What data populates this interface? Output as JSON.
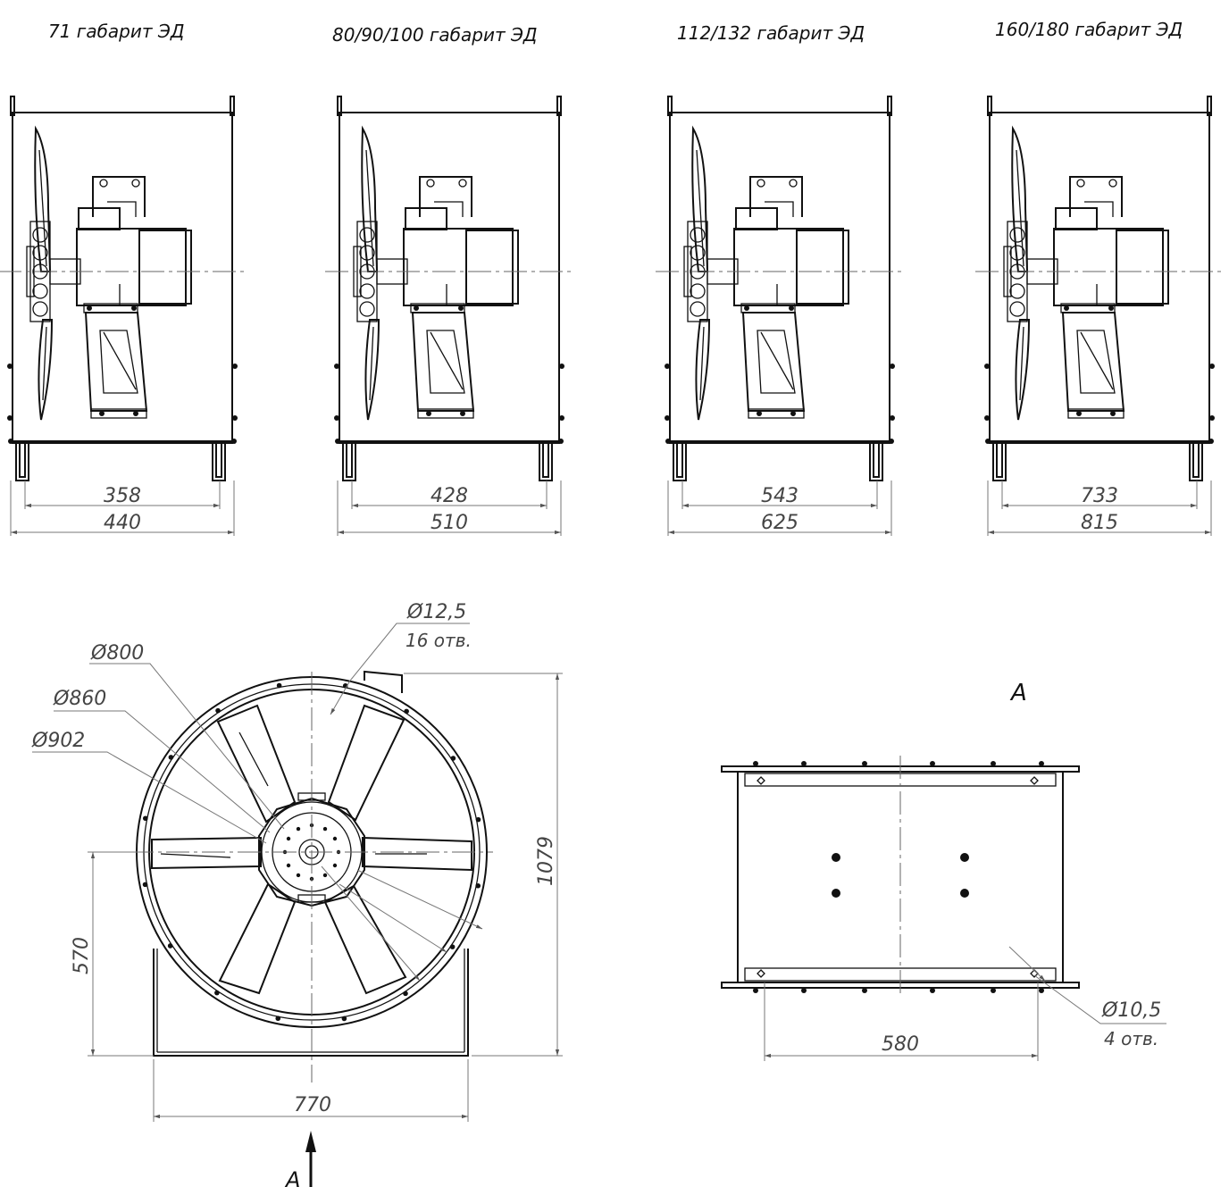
{
  "side_views": [
    {
      "title": "71 габарит ЭД",
      "inner": "358",
      "outer": "440"
    },
    {
      "title": "80/90/100 габарит ЭД",
      "inner": "428",
      "outer": "510"
    },
    {
      "title": "112/132 габарит ЭД",
      "inner": "543",
      "outer": "625"
    },
    {
      "title": "160/180 габарит ЭД",
      "inner": "733",
      "outer": "815"
    }
  ],
  "front_view": {
    "hole_dia": "Ø12,5",
    "hole_count": "16 отв.",
    "d1": "Ø800",
    "d2": "Ø860",
    "d3": "Ø902",
    "height_total": "1079",
    "axis_height": "570",
    "width": "770",
    "view_arrow": "А"
  },
  "view_a": {
    "title": "А",
    "hole_dia": "Ø10,5",
    "hole_count": "4 отв.",
    "width": "580"
  }
}
